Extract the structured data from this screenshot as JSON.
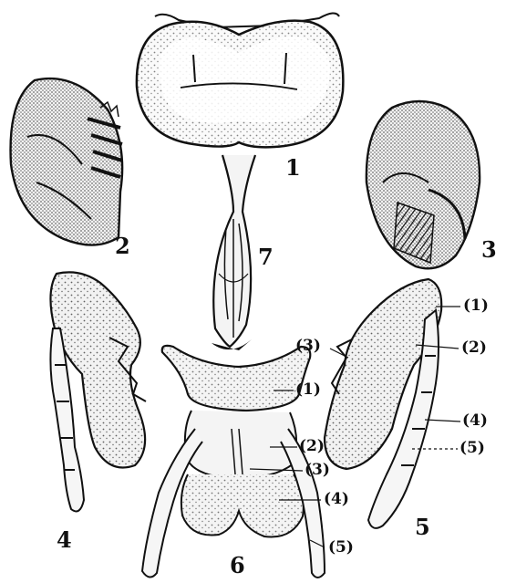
{
  "figure": {
    "numbers": {
      "fig1": "1",
      "fig2": "2",
      "fig3": "3",
      "fig4": "4",
      "fig5": "5",
      "fig6": "6",
      "fig7": "7"
    },
    "fig5_labels": {
      "p1": "(1)",
      "p2": "(2)",
      "p3": "(3)",
      "p4": "(4)",
      "p5": "(5)"
    },
    "fig6_labels": {
      "p1": "(1)",
      "p2": "(2)",
      "p3": "(3)",
      "p4": "(4)",
      "p5": "(5)"
    }
  },
  "colors": {
    "ink": "#111111",
    "fill": "#f4f4f4"
  }
}
